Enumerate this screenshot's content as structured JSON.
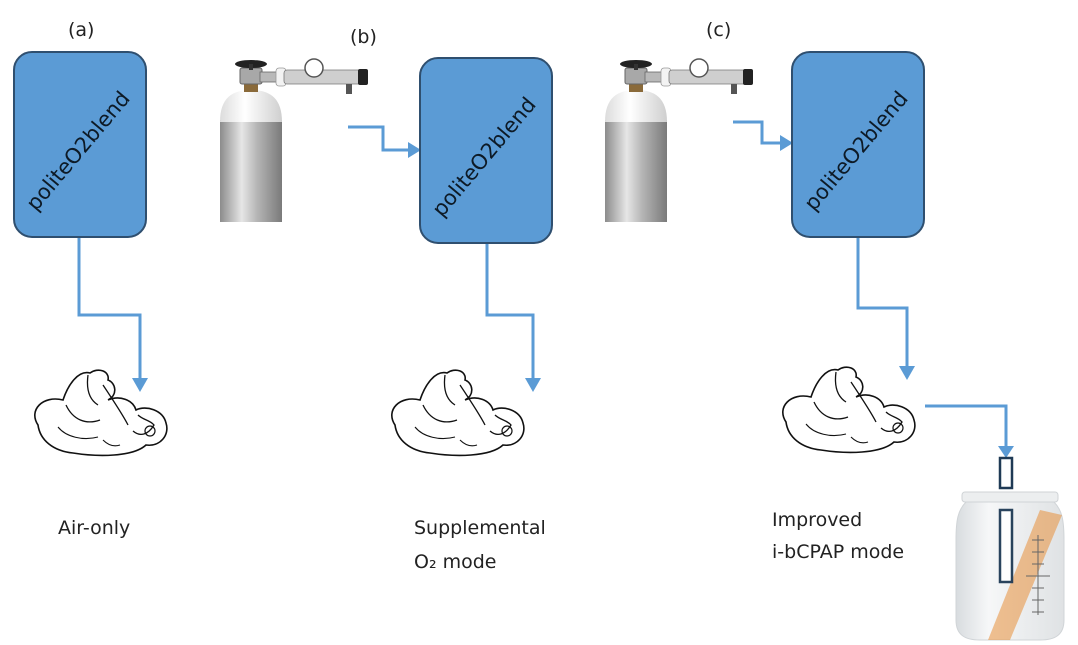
{
  "panels": [
    {
      "label": "(a)",
      "box_text": "politeO2blend",
      "caption_lines": [
        "Air-only"
      ],
      "has_cylinder": false,
      "has_jar": false
    },
    {
      "label": "(b)",
      "box_text": "politeO2blend",
      "caption_lines": [
        "Supplemental",
        "O₂ mode"
      ],
      "has_cylinder": true,
      "has_jar": false
    },
    {
      "label": "(c)",
      "box_text": "politeO2blend",
      "caption_lines": [
        "Improved",
        "i-bCPAP mode"
      ],
      "has_cylinder": true,
      "has_jar": true
    }
  ],
  "colors": {
    "box_fill": "#5b9bd5",
    "box_stroke": "#2f4f6f",
    "flow": "#5b9bd5",
    "jar_tube": "#1f3a55",
    "jar_accent": "#e8903a"
  },
  "icons": {
    "cylinder": "oxygen-cylinder-icon",
    "infant": "infant-icon",
    "jar": "water-jar-icon"
  }
}
